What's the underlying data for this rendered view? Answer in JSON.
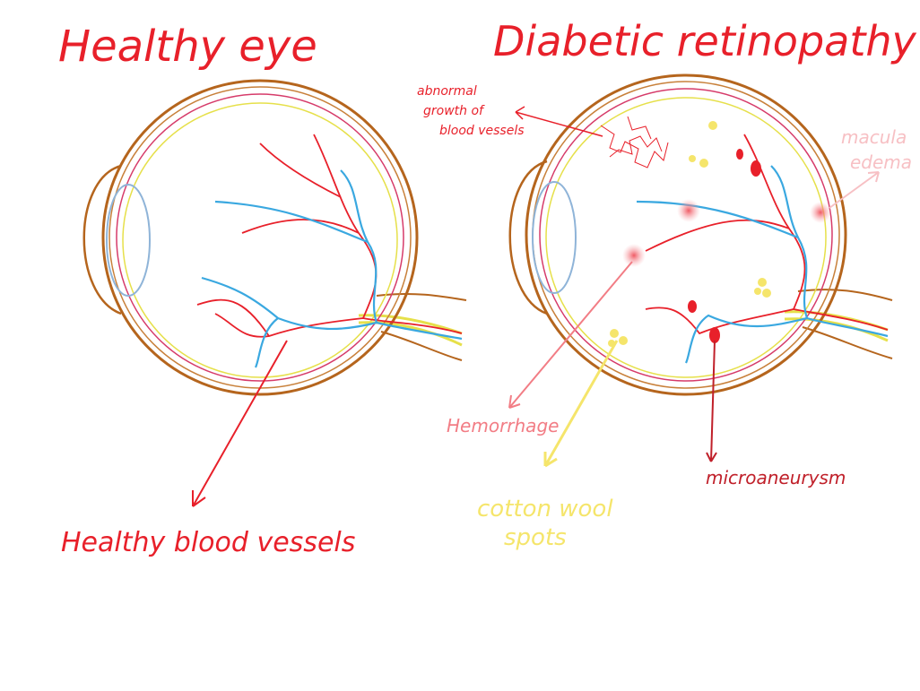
{
  "healthy": {
    "title": "Healthy eye",
    "label_vessels": "Healthy blood vessels"
  },
  "diabetic": {
    "title": "Diabetic retinopathy",
    "label_abnormal_1": "abnormal",
    "label_abnormal_2": "growth of",
    "label_abnormal_3": "blood vessels",
    "label_macular_1": "macula",
    "label_macular_2": "edema",
    "label_hemorrhage": "Hemorrhage",
    "label_cotton_1": "cotton wool",
    "label_cotton_2": "spots",
    "label_microaneurysm": "microaneurysm"
  },
  "colors": {
    "title": "#e8202a",
    "sclera": "#b5651d",
    "retina_line": "#d63b6a",
    "choroid": "#e6e04a",
    "artery": "#e8202a",
    "vein": "#3aa8e0",
    "hemorrhage": "#f27d85",
    "cotton_wool": "#f5e56b",
    "macular": "#f7c0c4"
  }
}
